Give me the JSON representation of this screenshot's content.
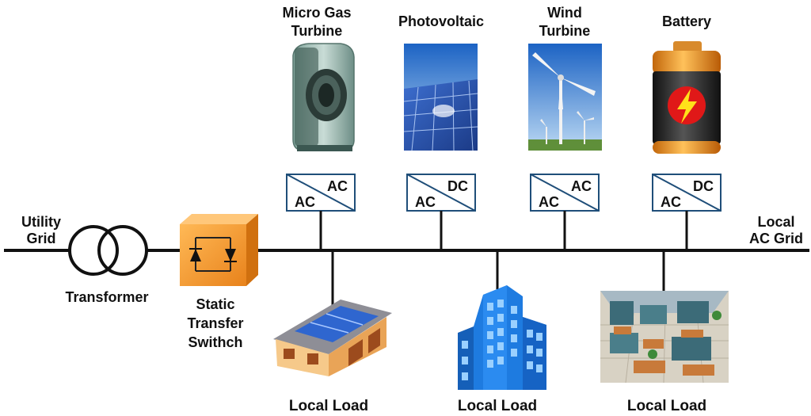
{
  "labels": {
    "utility_grid": [
      "Utility",
      "Grid"
    ],
    "transformer": "Transformer",
    "switch": [
      "Static",
      "Transfer",
      "Swithch"
    ],
    "local_ac_grid": [
      "Local",
      "AC Grid"
    ]
  },
  "sources": [
    {
      "name_lines": [
        "Micro Gas",
        "Turbine"
      ],
      "converter": {
        "top": "AC",
        "bottom": "AC"
      },
      "icon": "micro-gas-turbine-icon"
    },
    {
      "name_lines": [
        "Photovoltaic"
      ],
      "converter": {
        "top": "DC",
        "bottom": "AC"
      },
      "icon": "solar-panel-icon"
    },
    {
      "name_lines": [
        "Wind",
        "Turbine"
      ],
      "converter": {
        "top": "AC",
        "bottom": "AC"
      },
      "icon": "wind-turbine-icon"
    },
    {
      "name_lines": [
        "Battery"
      ],
      "converter": {
        "top": "DC",
        "bottom": "AC"
      },
      "icon": "battery-icon"
    }
  ],
  "loads": [
    {
      "label": "Local Load",
      "icon": "house-icon"
    },
    {
      "label": "Local Load",
      "icon": "office-building-icon"
    },
    {
      "label": "Local Load",
      "icon": "office-interior-icon"
    }
  ],
  "colors": {
    "line": "#111111",
    "converter_border": "#1f4e79",
    "switch_orange": "#f59a2c",
    "building_blue": "#1e7be0",
    "battery_orange": "#f39a1c",
    "panel_blue": "#2a4fa8"
  }
}
